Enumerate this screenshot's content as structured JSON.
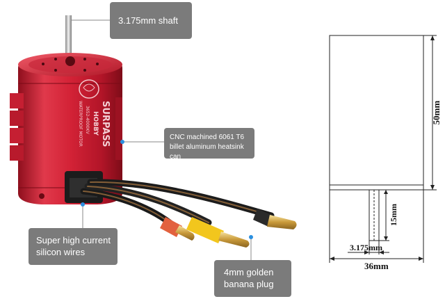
{
  "callouts": {
    "shaft": "3.175mm shaft",
    "heatsink_line1": "CNC machined 6061 T6",
    "heatsink_line2": "billet aluminum heatsink can",
    "wires_line1": "Super high current",
    "wires_line2": "silicon wires",
    "plug_line1": "4mm golden",
    "plug_line2": "banana plug"
  },
  "motor_label": {
    "brand": "SURPASS",
    "sub1": "HOBBY",
    "sub2": "3652-4000KV",
    "sub3": "WATERPROOF MOTOR"
  },
  "drawing": {
    "height_dim": "50mm",
    "shaft_len_dim": "15mm",
    "shaft_dia_dim": "3.175mm",
    "width_dim": "36mm"
  },
  "colors": {
    "motor_red": "#d8283c",
    "callout_gray": "#7b7b7b",
    "marker_blue": "#2b8fe0"
  }
}
